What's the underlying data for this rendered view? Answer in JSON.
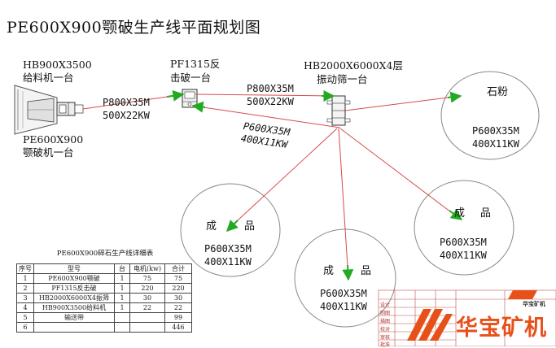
{
  "title": "PE600X900颚破生产线平面规划图",
  "labels": {
    "feeder_model": "HB900X3500",
    "feeder_name": "给料机一台",
    "jaw_model": "PE600X900",
    "jaw_name": "颚破机一台",
    "impact_model": "PF1315反",
    "impact_name": "击破一台",
    "screen_model": "HB2000X6000X4层",
    "screen_name": "振动筛一台",
    "conv1_spec": "P800X35M",
    "conv1_power": "500X22KW",
    "conv2_spec": "P800X35M",
    "conv2_power": "500X22KW",
    "conv3_spec": "P600X35M",
    "conv3_power": "400X11KW",
    "stone_powder": "石粉",
    "product_a": "成",
    "product_b": "品",
    "circle_spec": "P600X35M",
    "circle_power": "400X11KW"
  },
  "spec_table": {
    "title": "PE600X900碎石生产线详细表",
    "headers": [
      "序号",
      "型号",
      "台",
      "电机(kw)",
      "合计"
    ],
    "rows": [
      [
        "1",
        "PE600X900颚破",
        "1",
        "75",
        "75"
      ],
      [
        "2",
        "PF1315反击破",
        "1",
        "220",
        "220"
      ],
      [
        "3",
        "HB2000X6000X4振筛",
        "1",
        "30",
        "30"
      ],
      [
        "4",
        "HB900X3500给料机",
        "1",
        "22",
        "22"
      ],
      [
        "5",
        "输送带",
        "",
        "",
        "99"
      ],
      [
        "6",
        "",
        "",
        "",
        "446"
      ]
    ]
  },
  "title_block": {
    "cells": [
      "设计",
      "制图",
      "描图",
      "校对",
      "审核",
      "批准"
    ]
  },
  "logo": {
    "cn": "华宝矿机",
    "small": "华宝矿机",
    "color": "#e8501a"
  },
  "colors": {
    "conveyor_line": "#d94a4a",
    "arrow": "#22aa22"
  }
}
